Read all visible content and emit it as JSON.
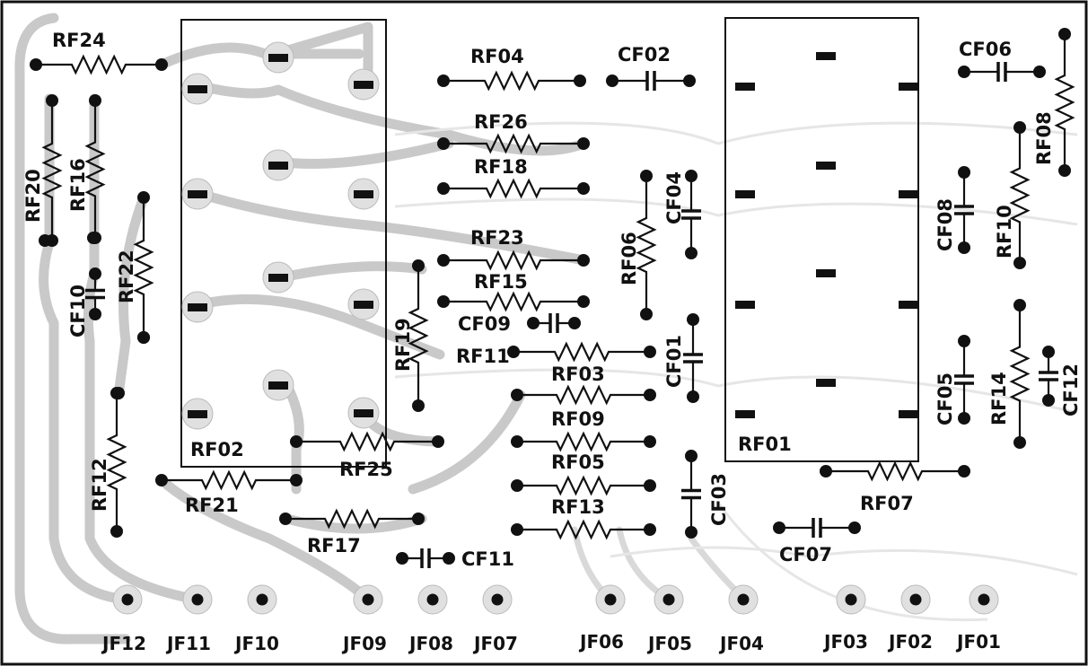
{
  "diagram": {
    "relay_block_a_label": "RF02",
    "relay_block_b_label": "RF01",
    "resistors": [
      {
        "id": "rf24",
        "label": "RF24"
      },
      {
        "id": "rf20",
        "label": "RF20"
      },
      {
        "id": "rf16",
        "label": "RF16"
      },
      {
        "id": "rf22",
        "label": "RF22"
      },
      {
        "id": "rf12",
        "label": "RF12"
      },
      {
        "id": "rf21",
        "label": "RF21"
      },
      {
        "id": "rf17",
        "label": "RF17"
      },
      {
        "id": "rf25",
        "label": "RF25"
      },
      {
        "id": "rf19",
        "label": "RF19"
      },
      {
        "id": "rf04",
        "label": "RF04"
      },
      {
        "id": "rf26",
        "label": "RF26"
      },
      {
        "id": "rf18",
        "label": "RF18"
      },
      {
        "id": "rf23",
        "label": "RF23"
      },
      {
        "id": "rf15",
        "label": "RF15"
      },
      {
        "id": "rf11",
        "label": "RF11"
      },
      {
        "id": "rf03",
        "label": "RF03"
      },
      {
        "id": "rf09",
        "label": "RF09"
      },
      {
        "id": "rf05",
        "label": "RF05"
      },
      {
        "id": "rf13",
        "label": "RF13"
      },
      {
        "id": "rf06",
        "label": "RF06"
      },
      {
        "id": "rf07",
        "label": "RF07"
      },
      {
        "id": "rf08",
        "label": "RF08"
      },
      {
        "id": "rf10",
        "label": "RF10"
      },
      {
        "id": "rf14",
        "label": "RF14"
      }
    ],
    "capacitors": [
      {
        "id": "cf02",
        "label": "CF02"
      },
      {
        "id": "cf06",
        "label": "CF06"
      },
      {
        "id": "cf04",
        "label": "CF04"
      },
      {
        "id": "cf08",
        "label": "CF08"
      },
      {
        "id": "cf09",
        "label": "CF09"
      },
      {
        "id": "cf01",
        "label": "CF01"
      },
      {
        "id": "cf03",
        "label": "CF03"
      },
      {
        "id": "cf05",
        "label": "CF05"
      },
      {
        "id": "cf12",
        "label": "CF12"
      },
      {
        "id": "cf07",
        "label": "CF07"
      },
      {
        "id": "cf10",
        "label": "CF10"
      },
      {
        "id": "cf11",
        "label": "CF11"
      }
    ],
    "jacks": [
      {
        "id": "jf12",
        "label": "JF12"
      },
      {
        "id": "jf11",
        "label": "JF11"
      },
      {
        "id": "jf10",
        "label": "JF10"
      },
      {
        "id": "jf09",
        "label": "JF09"
      },
      {
        "id": "jf08",
        "label": "JF08"
      },
      {
        "id": "jf07",
        "label": "JF07"
      },
      {
        "id": "jf06",
        "label": "JF06"
      },
      {
        "id": "jf05",
        "label": "JF05"
      },
      {
        "id": "jf04",
        "label": "JF04"
      },
      {
        "id": "jf03",
        "label": "JF03"
      },
      {
        "id": "jf02",
        "label": "JF02"
      },
      {
        "id": "jf01",
        "label": "JF01"
      }
    ]
  }
}
